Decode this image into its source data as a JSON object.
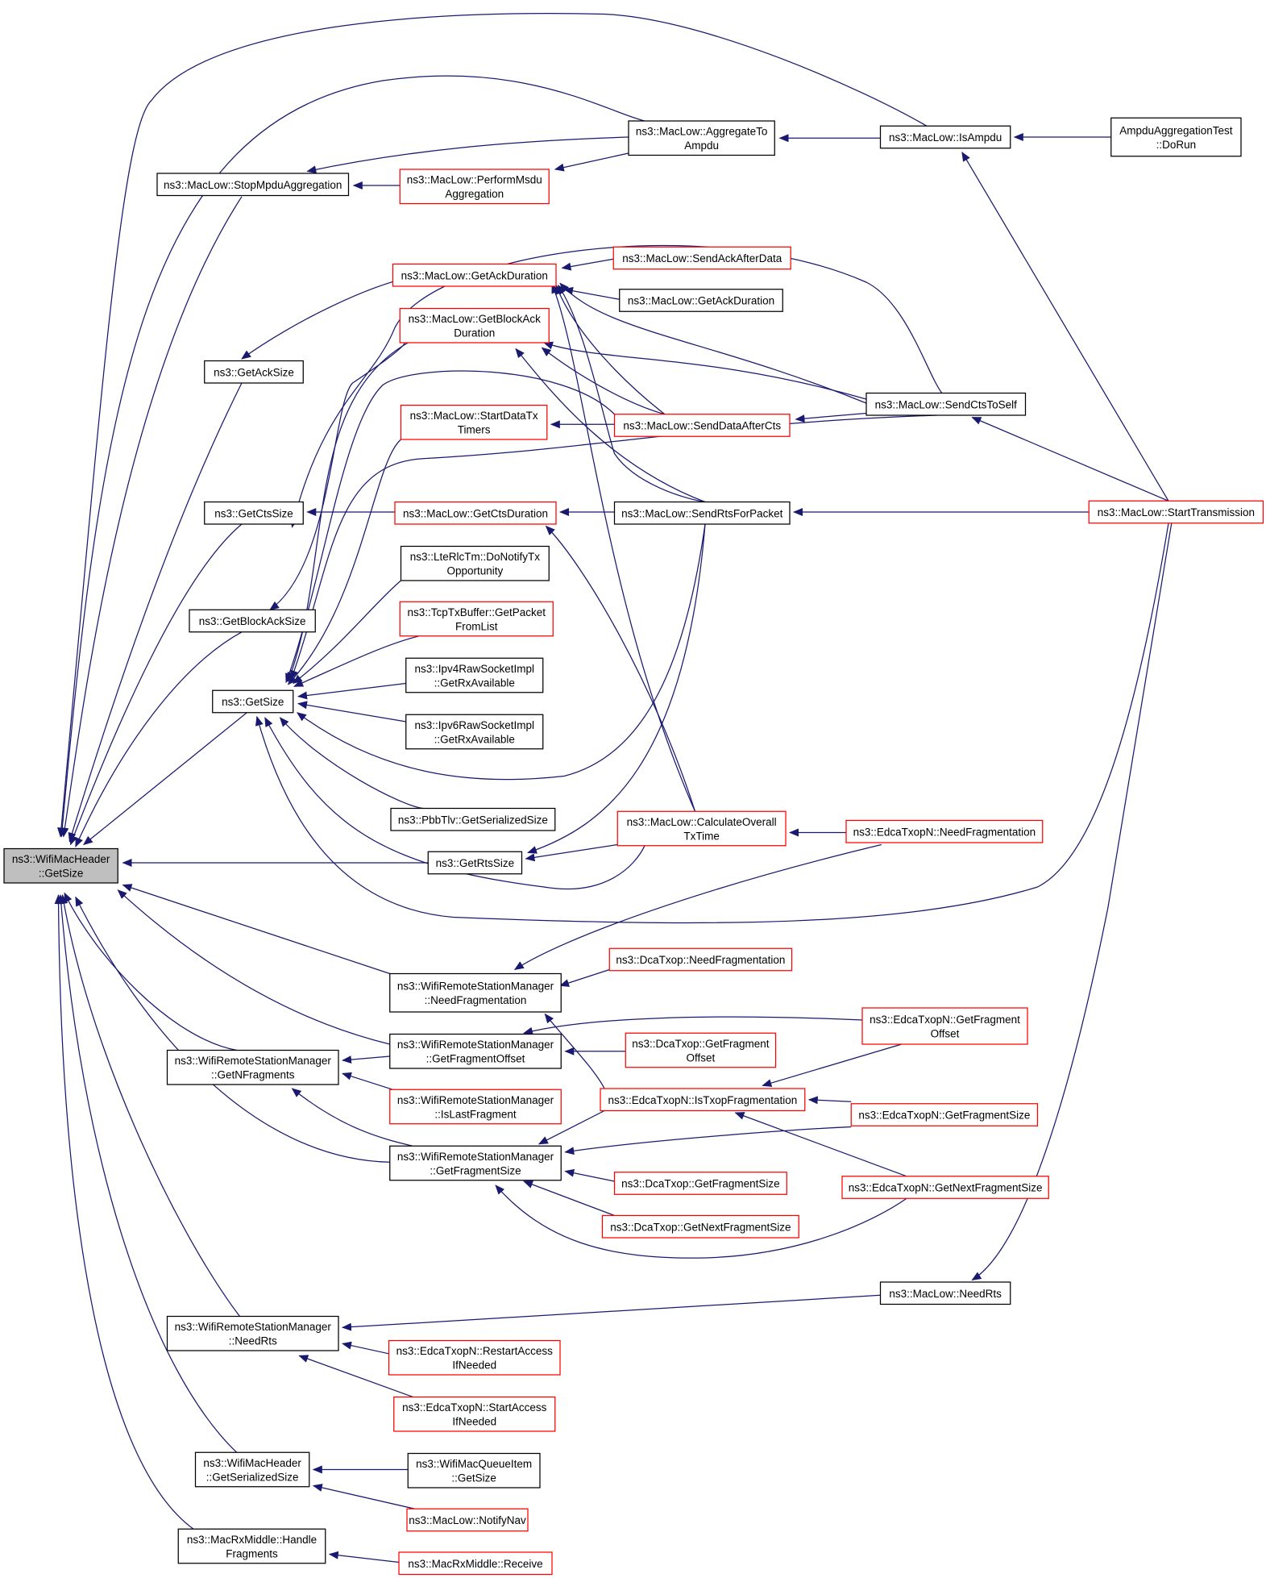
{
  "colors": {
    "edge": "#191970",
    "border_black": "#000000",
    "border_red": "#ff0000",
    "root_fill": "#bfbfbf",
    "node_fill": "#ffffff"
  },
  "nodes": [
    {
      "id": "root",
      "lines": [
        "ns3::WifiMacHeader",
        "::GetSize"
      ],
      "border": "black",
      "root": true
    },
    {
      "id": "stopmpdu",
      "lines": [
        "ns3::MacLow::StopMpduAggregation"
      ],
      "border": "black"
    },
    {
      "id": "getacksize",
      "lines": [
        "ns3::GetAckSize"
      ],
      "border": "black"
    },
    {
      "id": "getctssize",
      "lines": [
        "ns3::GetCtsSize"
      ],
      "border": "black"
    },
    {
      "id": "getblockacksize",
      "lines": [
        "ns3::GetBlockAckSize"
      ],
      "border": "black"
    },
    {
      "id": "getsize",
      "lines": [
        "ns3::GetSize"
      ],
      "border": "black"
    },
    {
      "id": "getrtssize",
      "lines": [
        "ns3::GetRtsSize"
      ],
      "border": "black"
    },
    {
      "id": "wrsm_getnfrag",
      "lines": [
        "ns3::WifiRemoteStationManager",
        "::GetNFragments"
      ],
      "border": "black"
    },
    {
      "id": "wrsm_needrts",
      "lines": [
        "ns3::WifiRemoteStationManager",
        "::NeedRts"
      ],
      "border": "black"
    },
    {
      "id": "wmh_serialized",
      "lines": [
        "ns3::WifiMacHeader",
        "::GetSerializedSize"
      ],
      "border": "black"
    },
    {
      "id": "macrx_handle",
      "lines": [
        "ns3::MacRxMiddle::Handle",
        "Fragments"
      ],
      "border": "black"
    },
    {
      "id": "aggtoampdu",
      "lines": [
        "ns3::MacLow::AggregateTo",
        "Ampdu"
      ],
      "border": "black"
    },
    {
      "id": "performmsdu",
      "lines": [
        "ns3::MacLow::PerformMsdu",
        "Aggregation"
      ],
      "border": "red"
    },
    {
      "id": "getackduration",
      "lines": [
        "ns3::MacLow::GetAckDuration"
      ],
      "border": "red"
    },
    {
      "id": "getblockackdur",
      "lines": [
        "ns3::MacLow::GetBlockAck",
        "Duration"
      ],
      "border": "red"
    },
    {
      "id": "startdatatx",
      "lines": [
        "ns3::MacLow::StartDataTx",
        "Timers"
      ],
      "border": "red"
    },
    {
      "id": "getctsduration",
      "lines": [
        "ns3::MacLow::GetCtsDuration"
      ],
      "border": "red"
    },
    {
      "id": "lterlc",
      "lines": [
        "ns3::LteRlcTm::DoNotifyTx",
        "Opportunity"
      ],
      "border": "black"
    },
    {
      "id": "tcptxbuffer",
      "lines": [
        "ns3::TcpTxBuffer::GetPacket",
        "FromList"
      ],
      "border": "red"
    },
    {
      "id": "ipv4raw",
      "lines": [
        "ns3::Ipv4RawSocketImpl",
        "::GetRxAvailable"
      ],
      "border": "black"
    },
    {
      "id": "ipv6raw",
      "lines": [
        "ns3::Ipv6RawSocketImpl",
        "::GetRxAvailable"
      ],
      "border": "black"
    },
    {
      "id": "pbbtlv",
      "lines": [
        "ns3::PbbTlv::GetSerializedSize"
      ],
      "border": "black"
    },
    {
      "id": "wrsm_needfrag",
      "lines": [
        "ns3::WifiRemoteStationManager",
        "::NeedFragmentation"
      ],
      "border": "black"
    },
    {
      "id": "wrsm_getfragoff",
      "lines": [
        "ns3::WifiRemoteStationManager",
        "::GetFragmentOffset"
      ],
      "border": "black"
    },
    {
      "id": "wrsm_islastfrag",
      "lines": [
        "ns3::WifiRemoteStationManager",
        "::IsLastFragment"
      ],
      "border": "red"
    },
    {
      "id": "wrsm_getfragsize",
      "lines": [
        "ns3::WifiRemoteStationManager",
        "::GetFragmentSize"
      ],
      "border": "black"
    },
    {
      "id": "edca_restart",
      "lines": [
        "ns3::EdcaTxopN::RestartAccess",
        "IfNeeded"
      ],
      "border": "red"
    },
    {
      "id": "edca_startaccess",
      "lines": [
        "ns3::EdcaTxopN::StartAccess",
        "IfNeeded"
      ],
      "border": "red"
    },
    {
      "id": "wmqi_getsize",
      "lines": [
        "ns3::WifiMacQueueItem",
        "::GetSize"
      ],
      "border": "black"
    },
    {
      "id": "notifynav",
      "lines": [
        "ns3::MacLow::NotifyNav"
      ],
      "border": "red"
    },
    {
      "id": "macrx_receive",
      "lines": [
        "ns3::MacRxMiddle::Receive"
      ],
      "border": "red"
    },
    {
      "id": "isampdu",
      "lines": [
        "ns3::MacLow::IsAmpdu"
      ],
      "border": "black"
    },
    {
      "id": "sendackafterdata",
      "lines": [
        "ns3::MacLow::SendAckAfterData"
      ],
      "border": "red"
    },
    {
      "id": "getackduration2",
      "lines": [
        "ns3::MacLow::GetAckDuration"
      ],
      "border": "black"
    },
    {
      "id": "senddataafterdts",
      "lines": [
        "ns3::MacLow::SendDataAfterCts"
      ],
      "border": "red"
    },
    {
      "id": "sendrtsforpacket",
      "lines": [
        "ns3::MacLow::SendRtsForPacket"
      ],
      "border": "black"
    },
    {
      "id": "calcoverall",
      "lines": [
        "ns3::MacLow::CalculateOverall",
        "TxTime"
      ],
      "border": "red"
    },
    {
      "id": "dca_needfrag",
      "lines": [
        "ns3::DcaTxop::NeedFragmentation"
      ],
      "border": "red"
    },
    {
      "id": "dca_getfragoff",
      "lines": [
        "ns3::DcaTxop::GetFragment",
        "Offset"
      ],
      "border": "red"
    },
    {
      "id": "edca_istxopfrag",
      "lines": [
        "ns3::EdcaTxopN::IsTxopFragmentation"
      ],
      "border": "red"
    },
    {
      "id": "dca_getfragsize",
      "lines": [
        "ns3::DcaTxop::GetFragmentSize"
      ],
      "border": "red"
    },
    {
      "id": "dca_getnextfragsize",
      "lines": [
        "ns3::DcaTxop::GetNextFragmentSize"
      ],
      "border": "red"
    },
    {
      "id": "needrts_maclow",
      "lines": [
        "ns3::MacLow::NeedRts"
      ],
      "border": "black"
    },
    {
      "id": "ampduaggtest",
      "lines": [
        "AmpduAggregationTest",
        "::DoRun"
      ],
      "border": "black"
    },
    {
      "id": "sendctstoself",
      "lines": [
        "ns3::MacLow::SendCtsToSelf"
      ],
      "border": "black"
    },
    {
      "id": "starttransmission",
      "lines": [
        "ns3::MacLow::StartTransmission"
      ],
      "border": "red"
    },
    {
      "id": "edca_needfrag",
      "lines": [
        "ns3::EdcaTxopN::NeedFragmentation"
      ],
      "border": "red"
    },
    {
      "id": "edca_getfragoff",
      "lines": [
        "ns3::EdcaTxopN::GetFragment",
        "Offset"
      ],
      "border": "red"
    },
    {
      "id": "edca_getfragsize",
      "lines": [
        "ns3::EdcaTxopN::GetFragmentSize"
      ],
      "border": "red"
    },
    {
      "id": "edca_getnextfragsize",
      "lines": [
        "ns3::EdcaTxopN::GetNextFragmentSize"
      ],
      "border": "red"
    }
  ]
}
